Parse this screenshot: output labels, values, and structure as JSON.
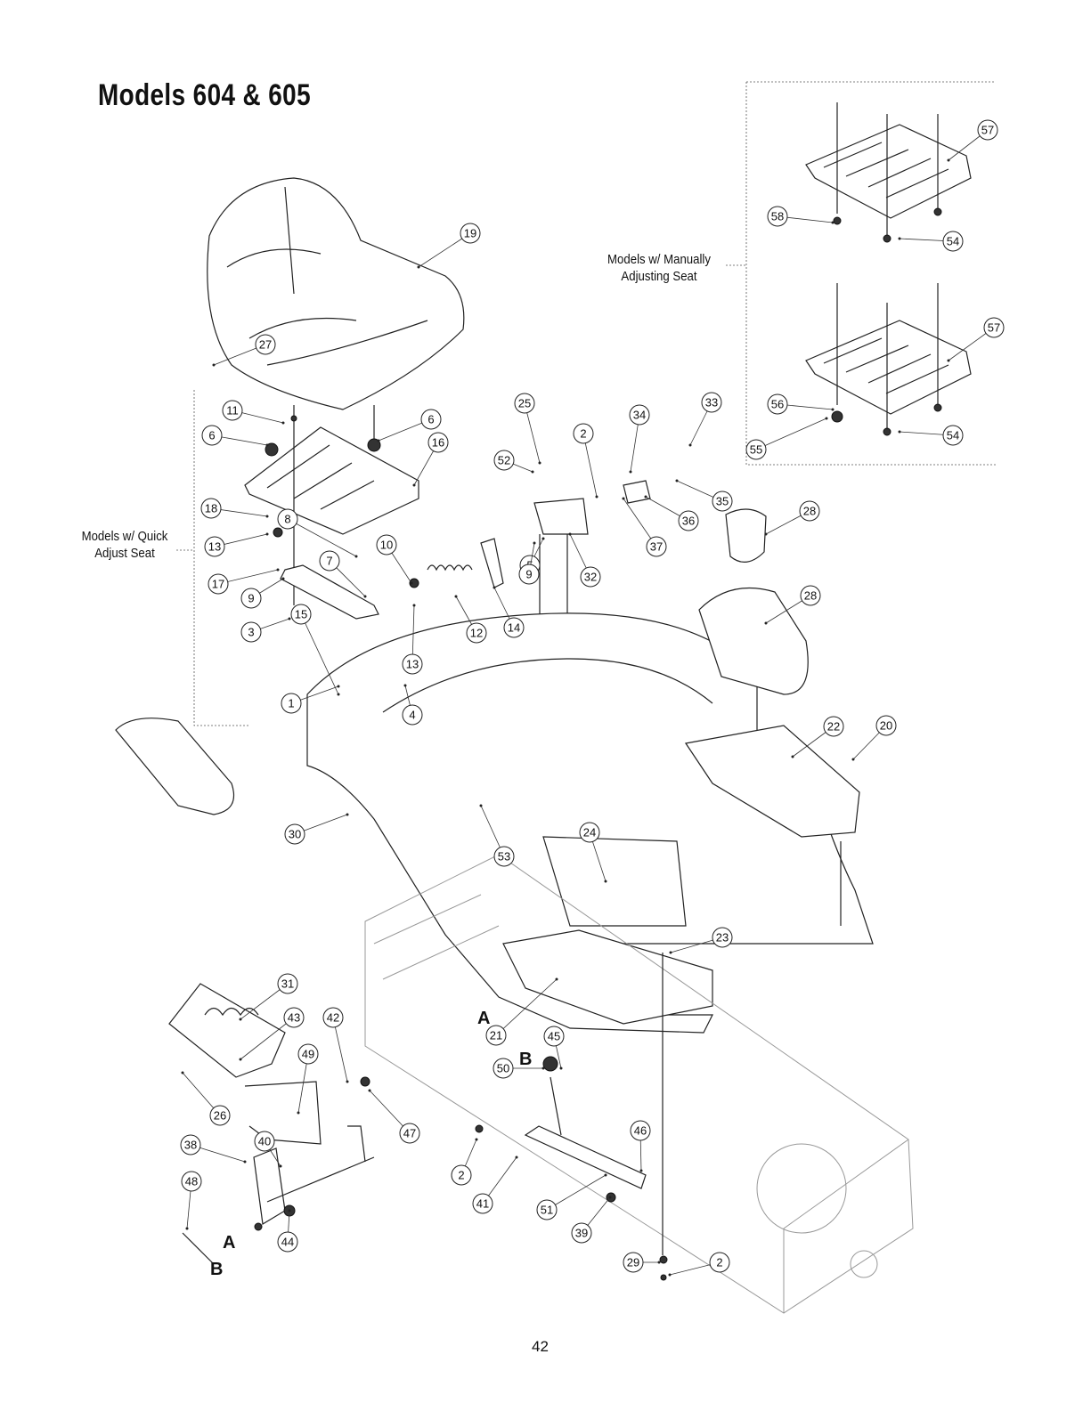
{
  "title": "Models 604 & 605",
  "page_number": "42",
  "notes": {
    "manual_seat": "Models w/ Manually\nAdjusting Seat",
    "quick_seat": "Models w/ Quick\nAdjust Seat"
  },
  "callouts": [
    {
      "num": "1"
    },
    {
      "num": "2"
    },
    {
      "num": "2"
    },
    {
      "num": "2"
    },
    {
      "num": "3"
    },
    {
      "num": "4"
    },
    {
      "num": "5"
    },
    {
      "num": "6"
    },
    {
      "num": "6"
    },
    {
      "num": "7"
    },
    {
      "num": "8"
    },
    {
      "num": "9"
    },
    {
      "num": "9"
    },
    {
      "num": "10"
    },
    {
      "num": "11"
    },
    {
      "num": "12"
    },
    {
      "num": "13"
    },
    {
      "num": "13"
    },
    {
      "num": "14"
    },
    {
      "num": "15"
    },
    {
      "num": "16"
    },
    {
      "num": "17"
    },
    {
      "num": "18"
    },
    {
      "num": "19"
    },
    {
      "num": "20"
    },
    {
      "num": "21"
    },
    {
      "num": "22"
    },
    {
      "num": "23"
    },
    {
      "num": "24"
    },
    {
      "num": "25"
    },
    {
      "num": "26"
    },
    {
      "num": "27"
    },
    {
      "num": "28"
    },
    {
      "num": "28"
    },
    {
      "num": "29"
    },
    {
      "num": "30"
    },
    {
      "num": "31"
    },
    {
      "num": "32"
    },
    {
      "num": "33"
    },
    {
      "num": "34"
    },
    {
      "num": "35"
    },
    {
      "num": "36"
    },
    {
      "num": "37"
    },
    {
      "num": "38"
    },
    {
      "num": "39"
    },
    {
      "num": "40"
    },
    {
      "num": "41"
    },
    {
      "num": "42"
    },
    {
      "num": "43"
    },
    {
      "num": "44"
    },
    {
      "num": "45"
    },
    {
      "num": "46"
    },
    {
      "num": "47"
    },
    {
      "num": "48"
    },
    {
      "num": "49"
    },
    {
      "num": "50"
    },
    {
      "num": "51"
    },
    {
      "num": "52"
    },
    {
      "num": "53"
    },
    {
      "num": "54"
    },
    {
      "num": "54"
    },
    {
      "num": "55"
    },
    {
      "num": "56"
    },
    {
      "num": "57"
    },
    {
      "num": "57"
    },
    {
      "num": "58"
    }
  ],
  "letters": [
    "A",
    "A",
    "B",
    "B"
  ]
}
